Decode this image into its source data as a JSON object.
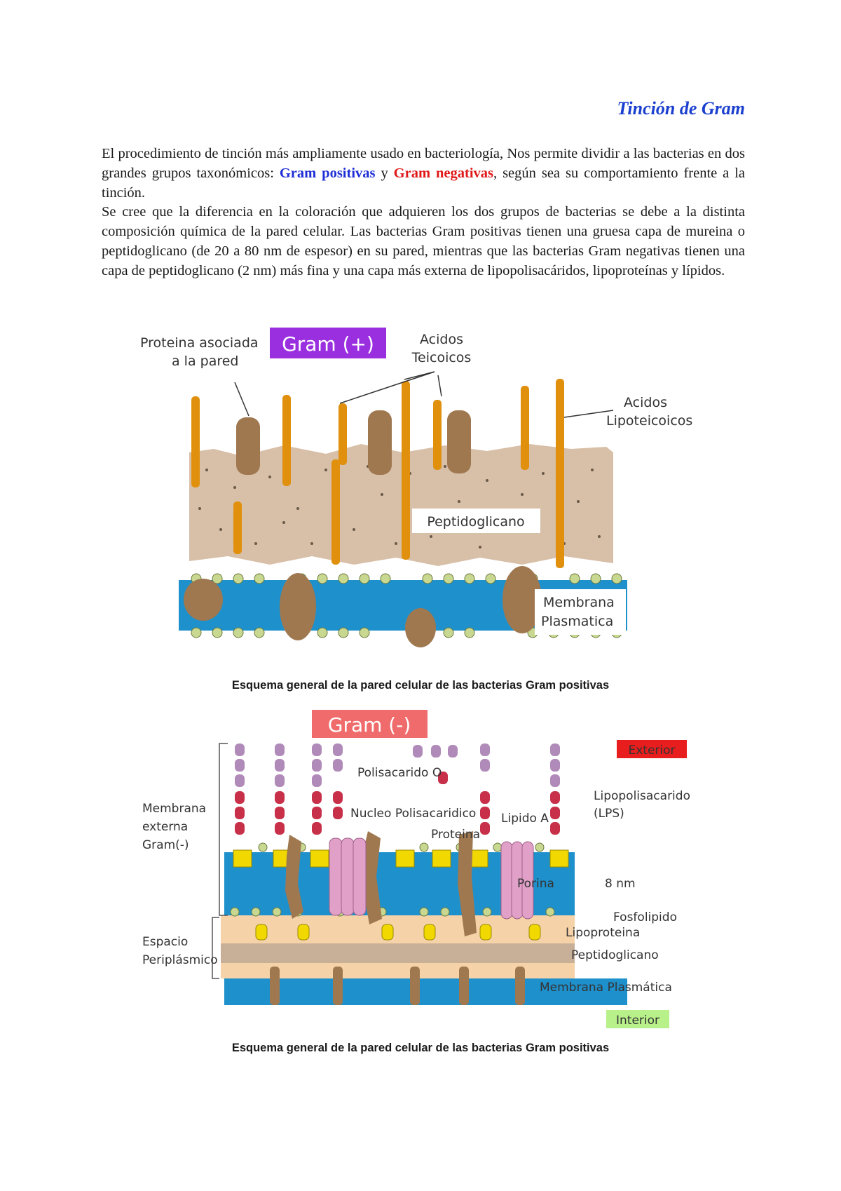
{
  "title": "Tinción de Gram",
  "paragraph1": {
    "before": "El procedimiento de tinción más ampliamente usado en bacteriología, Nos permite dividir a las bacterias en dos grandes grupos taxonómicos: ",
    "gram_pos": "Gram positivas",
    "middle": " y ",
    "gram_neg": "Gram negativas",
    "after": ", según sea su comportamiento frente a la tinción."
  },
  "paragraph2": "Se cree que la diferencia en la coloración que adquieren los dos grupos de bacterias se debe a la distinta composición química de la pared celular. Las bacterias Gram positivas  tienen una gruesa capa de mureina o peptidoglicano (de 20 a 80 nm de espesor) en su pared, mientras que las bacterias Gram negativas tienen una capa de peptidoglicano (2 nm) más fina y una capa más externa de lipopolisacáridos, lipoproteínas y lípidos.",
  "figure1": {
    "badge": "Gram (+)",
    "label_protein_1": "Proteina asociada",
    "label_protein_2": "a la pared",
    "label_teichoic_1": "Acidos",
    "label_teichoic_2": "Teicoicos",
    "label_lipoteichoic_1": "Acidos",
    "label_lipoteichoic_2": "Lipoteicoicos",
    "label_peptidoglycan": "Peptidoglicano",
    "label_membrane_1": "Membrana",
    "label_membrane_2": "Plasmatica",
    "caption": "Esquema general de la pared celular de las bacterias Gram positivas"
  },
  "figure2": {
    "badge": "Gram (-)",
    "label_exterior": "Exterior",
    "label_interior": "Interior",
    "label_polisacarido": "Polisacarido O",
    "label_nucleo": "Nucleo Polisacaridico",
    "label_lipido": "Lipido A",
    "label_proteina": "Proteina",
    "label_lps_1": "Lipopolisacarido",
    "label_lps_2": "(LPS)",
    "label_membrana_ext_1": "Membrana",
    "label_membrana_ext_2": "externa",
    "label_membrana_ext_3": "Gram(-)",
    "label_porina": "Porina",
    "label_8nm": "8 nm",
    "label_fosfolipido": "Fosfolipido",
    "label_lipoproteina": "Lipoproteina",
    "label_espacio_1": "Espacio",
    "label_espacio_2": "Periplásmico",
    "label_peptidoglicano": "Peptidoglicano",
    "label_membrana_plasm": "Membrana Plasmática",
    "caption": "Esquema general de la pared celular de las bacterias Gram positivas"
  },
  "colors": {
    "title": "#1a3fcf",
    "gram_pos_badge": "#9a2fe0",
    "gram_neg_badge": "#f06b6b",
    "exterior_badge": "#e81e1e",
    "interior_badge": "#b8f08a",
    "membrane": "#1e90cc",
    "peptidoglycan": "#d8bfa8",
    "acid": "#e0900c",
    "protein": "#a07850"
  }
}
